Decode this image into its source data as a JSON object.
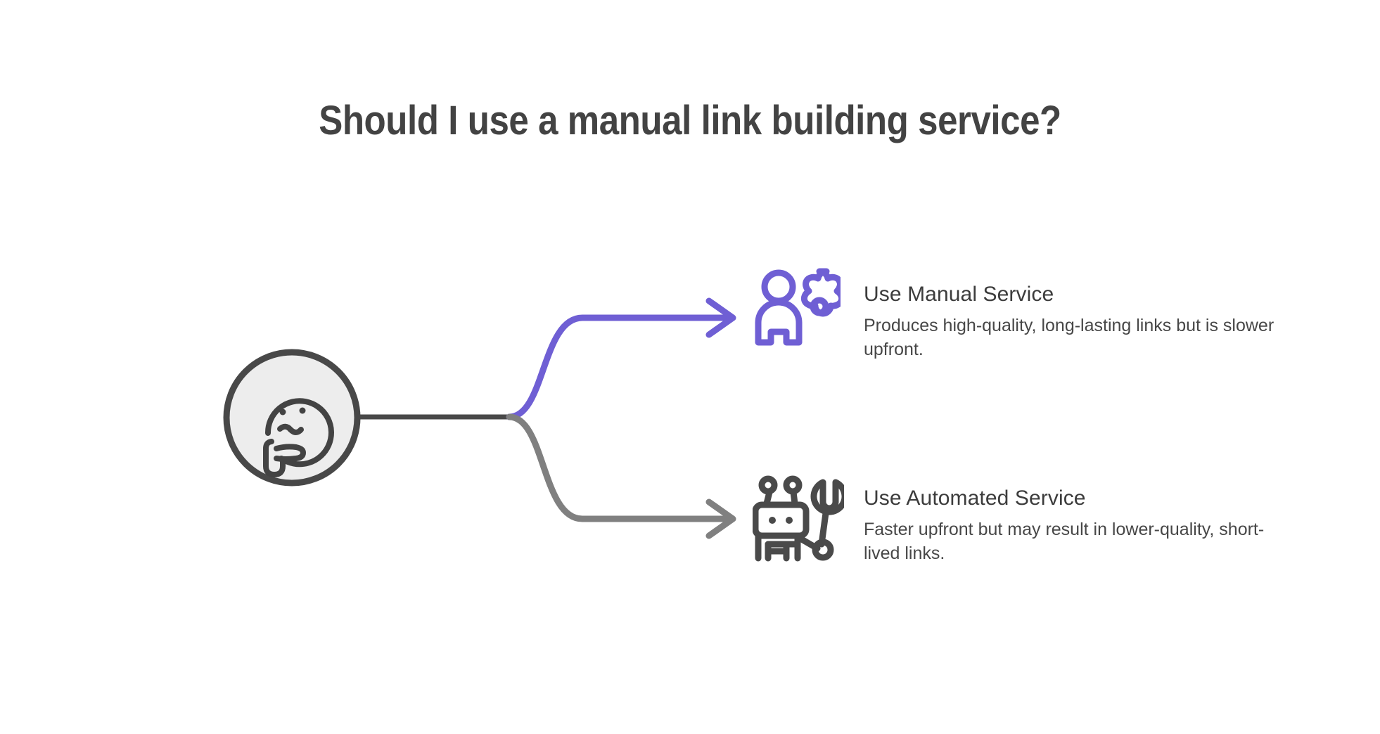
{
  "page": {
    "title": "Should I use a manual link building service?",
    "background": "#ffffff"
  },
  "colors": {
    "title_text": "#434343",
    "heading_text": "#3c3c3c",
    "body_text": "#474747",
    "accent_purple": "#6f5fd4",
    "neutral_gray": "#808080",
    "dark_line": "#484848",
    "node_fill": "#ededed"
  },
  "root_node": {
    "icon": "thinking-face-icon",
    "label": "",
    "fill": "#ededed",
    "stroke": "#484848"
  },
  "branches": [
    {
      "id": "manual",
      "icon": "person-gear-icon",
      "icon_color": "#6f5fd4",
      "connector_color": "#6f5fd4",
      "title": "Use Manual Service",
      "description": "Produces high-quality, long-lasting links but is slower upfront."
    },
    {
      "id": "automated",
      "icon": "robot-wrench-icon",
      "icon_color": "#4a4a4a",
      "connector_color": "#808080",
      "title": "Use Automated Service",
      "description": "Faster upfront but may result in lower-quality, short-lived links."
    }
  ]
}
